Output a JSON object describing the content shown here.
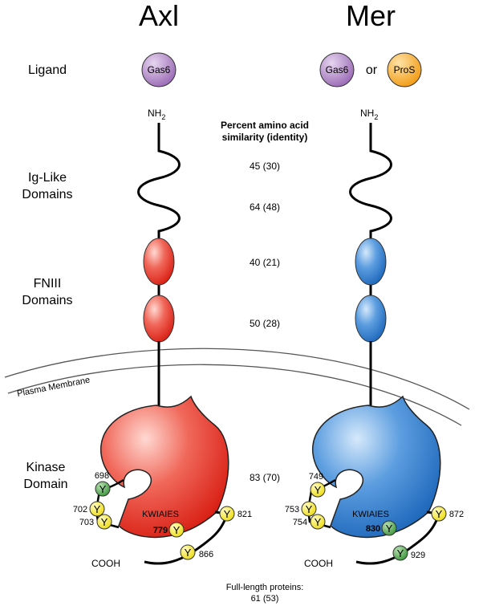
{
  "titles": {
    "left": "Axl",
    "right": "Mer"
  },
  "row_labels": {
    "ligand": "Ligand",
    "ig_line1": "Ig-Like",
    "ig_line2": "Domains",
    "fn_line1": "FNIII",
    "fn_line2": "Domains",
    "kinase_line1": "Kinase",
    "kinase_line2": "Domain"
  },
  "ligands": {
    "axl": "Gas6",
    "mer_1": "Gas6",
    "mer_or": "or",
    "mer_2": "ProS"
  },
  "termini": {
    "n_main": "NH",
    "n_sub": "2",
    "c": "COOH"
  },
  "center_header": {
    "line1": "Percent amino acid",
    "line2": "similarity (identity)"
  },
  "similarity": {
    "ig1": "45 (30)",
    "ig2": "64 (48)",
    "fn1": "40 (21)",
    "fn2": "50 (28)",
    "kinase": "83 (70)"
  },
  "full_length": {
    "line1": "Full-length proteins:",
    "line2": "61 (53)"
  },
  "membrane_label": "Plasma Membrane",
  "motif": "KWIAIES",
  "tyrosine_letter": "Y",
  "axl_sites": {
    "s1": "698",
    "s2": "702",
    "s3": "703",
    "s4": "779",
    "s5": "821",
    "s6": "866"
  },
  "mer_sites": {
    "s1": "749",
    "s2": "753",
    "s3": "754",
    "s4": "830",
    "s5": "872",
    "s6": "929"
  },
  "colors": {
    "axl": "#e8352a",
    "mer": "#2f7fd0",
    "gas6": "#a57bbf",
    "pros": "#f5a623",
    "tyrosine_yellow": "#f2e81a",
    "tyrosine_green": "#4aa04a"
  }
}
